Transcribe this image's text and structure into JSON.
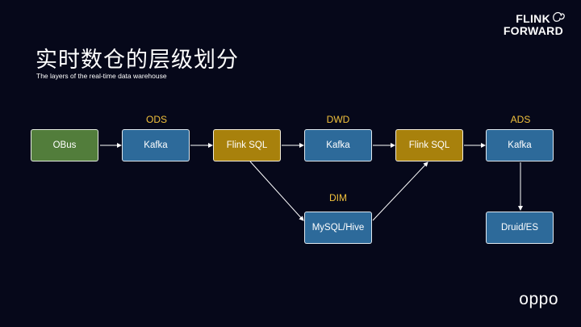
{
  "slide": {
    "title": "实时数仓的层级划分",
    "subtitle": "The layers of the real-time data warehouse"
  },
  "brand": {
    "line1": "FLINK",
    "line2": "FORWARD",
    "icon": "squirrel-icon"
  },
  "footer": {
    "logo": "oppo"
  },
  "layers": {
    "ods": "ODS",
    "dwd": "DWD",
    "ads": "ADS",
    "dim": "DIM"
  },
  "nodes": {
    "obus": "OBus",
    "kafka_ods": "Kafka",
    "flink_sql_1": "Flink SQL",
    "kafka_dwd": "Kafka",
    "flink_sql_2": "Flink SQL",
    "kafka_ads": "Kafka",
    "mysql_hive": "MySQL/Hive",
    "druid_es": "Druid/ES"
  },
  "colors": {
    "background": "#06081a",
    "source": "#527d3b",
    "kafka": "#2d6a9a",
    "flink": "#a8810c",
    "layer_label": "#f2c23c"
  }
}
